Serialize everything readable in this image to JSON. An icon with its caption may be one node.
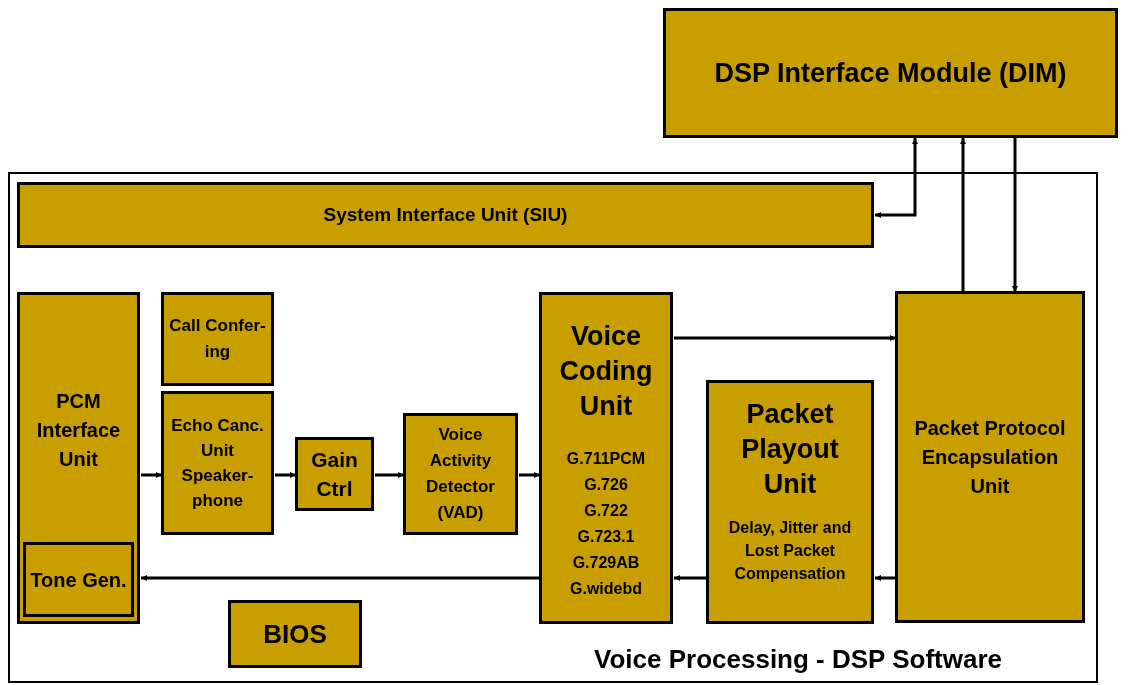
{
  "diagram": {
    "nodes": [
      {
        "text": [
          "DSP Interface Module (DIM)"
        ]
      },
      {
        "text": [
          "Voice Processing - DSP Software"
        ]
      },
      {
        "text": [
          "System Interface Unit (SIU)"
        ],
        "in": 1
      },
      {
        "text": [
          "PCM Interface Unit"
        ],
        "in": 1
      },
      {
        "text": [
          "Tone Gen."
        ],
        "in": 3
      },
      {
        "text": [
          "Call Confer-ing"
        ],
        "in": 1
      },
      {
        "text": [
          "Echo Canc. Unit Speaker-phone"
        ],
        "in": 1
      },
      {
        "text": [
          "Gain Ctrl"
        ],
        "in": 1
      },
      {
        "text": [
          "Voice Activity Detector (VAD)"
        ],
        "in": 1
      },
      {
        "text": [
          "Voice Coding Unit",
          "G.711PCM",
          "G.726",
          "G.722",
          "G.723.1",
          "G.729AB",
          "G.widebd"
        ],
        "in": 1
      },
      {
        "text": [
          "Packet Playout Unit",
          "Delay, Jitter and Lost Packet Compensation"
        ],
        "in": 1
      },
      {
        "text": [
          "Packet Protocol Encapsulation Unit"
        ],
        "in": 1
      },
      {
        "text": [
          "BIOS"
        ],
        "in": 1
      }
    ],
    "edges": [
      {
        "from": 2,
        "to": 0,
        "arrow": "both"
      },
      {
        "from": 11,
        "to": 0,
        "arrow": "to"
      },
      {
        "from": 0,
        "to": 11,
        "arrow": "to"
      },
      {
        "from": 3,
        "to": 6,
        "arrow": "to"
      },
      {
        "from": 6,
        "to": 7,
        "arrow": "to"
      },
      {
        "from": 7,
        "to": 8,
        "arrow": "to"
      },
      {
        "from": 8,
        "to": 9,
        "arrow": "to"
      },
      {
        "from": 9,
        "to": 11,
        "arrow": "to"
      },
      {
        "from": 11,
        "to": 10,
        "arrow": "to"
      },
      {
        "from": 10,
        "to": 9,
        "arrow": "to"
      },
      {
        "from": 9,
        "to": 3,
        "arrow": "to"
      }
    ]
  }
}
